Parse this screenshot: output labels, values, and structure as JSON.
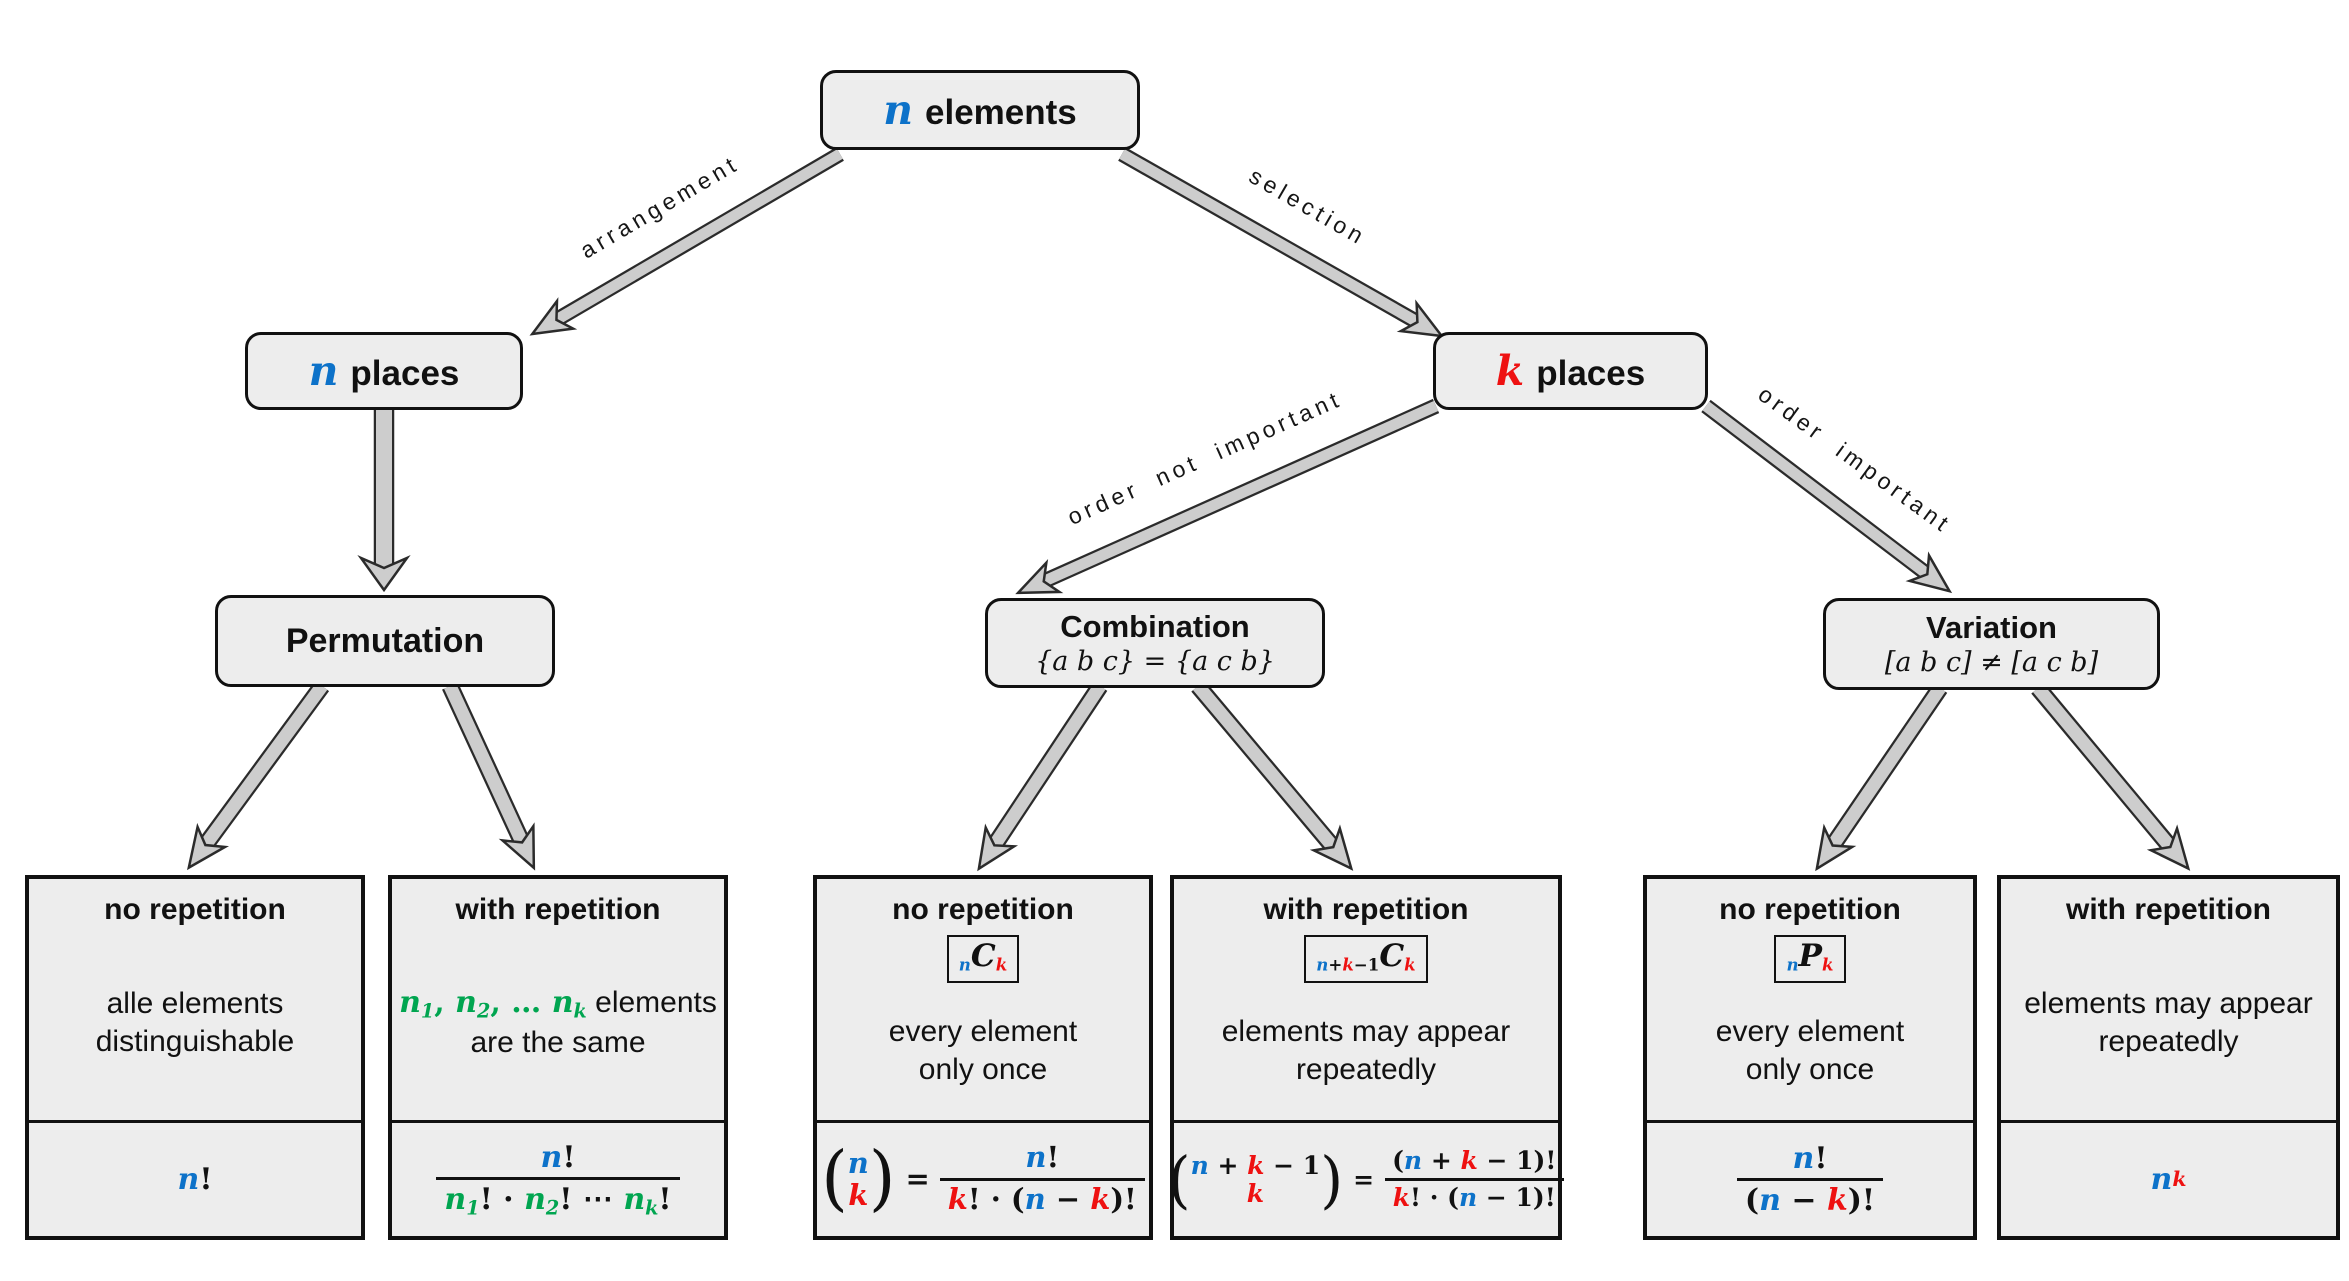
{
  "colors": {
    "n_blue": "#0d72c9",
    "k_red": "#ee1111",
    "green": "#00a550",
    "box_fill": "#ededed",
    "arrow_fill": "#cdcdcd"
  },
  "nodes": {
    "root": {
      "var": "n",
      "label": "elements"
    },
    "n_places": {
      "var": "n",
      "label": "places"
    },
    "k_places": {
      "var": "k",
      "label": "places"
    },
    "permutation": {
      "title": "Permutation"
    },
    "combination": {
      "title": "Combination",
      "subtitle": "{a b c} = {a c b}"
    },
    "variation": {
      "title": "Variation",
      "subtitle": "[a b c] ≠ [a c b]"
    }
  },
  "edge_labels": {
    "arrangement": "arrangement",
    "selection": "selection",
    "order_not_important": "order not important",
    "order_important": "order important"
  },
  "leaves": [
    {
      "title": "no repetition",
      "line1": "alle elements",
      "line2": "distinguishable",
      "formula": {
        "v": "n",
        "b": "!"
      }
    },
    {
      "title": "with repetition",
      "desc": {
        "g1": "n",
        "s1": "1",
        "c1": ", ",
        "g2": "n",
        "s2": "2",
        "c2": ", … ",
        "g3": "n",
        "s3": "k",
        "tail": "elements",
        "line2": "are the same"
      },
      "formula": {
        "num_v": "n",
        "num_b": "!",
        "d1v": "n",
        "d1s": "1",
        "p1": "! · ",
        "d2v": "n",
        "d2s": "2",
        "p2": "! ⋯ ",
        "d3v": "n",
        "d3s": "k",
        "p3": "!"
      }
    },
    {
      "title": "no repetition",
      "badge": {
        "pre": "n",
        "main": "C",
        "post": "k"
      },
      "line1": "every element",
      "line2": "only once",
      "formula": {
        "top": "n",
        "bot": "k",
        "eq": "=",
        "num_v": "n",
        "num_b": "!",
        "d1": "k",
        "d2": "! · (",
        "d3": "n",
        "d4": " − ",
        "d5": "k",
        "d6": ")!"
      }
    },
    {
      "title": "with repetition",
      "badge": {
        "b1": "n",
        "b2": "+",
        "b3": "k",
        "b4": "−1",
        "main": "C",
        "post": "k"
      },
      "line1": "elements may appear",
      "line2": "repeatedly",
      "formula": {
        "t1": "n",
        "t2": " + ",
        "t3": "k",
        "t4": " − 1",
        "bot": "k",
        "eq": "=",
        "n1": "(",
        "n2": "n",
        "n3": " + ",
        "n4": "k",
        "n5": " − 1",
        "n6": ")!",
        "d1": "k",
        "d2": "! · (",
        "d3": "n",
        "d4": " − 1",
        "d5": ")!"
      }
    },
    {
      "title": "no repetition",
      "badge": {
        "pre": "n",
        "main": "P",
        "post": "k"
      },
      "line1": "every element",
      "line2": "only once",
      "formula": {
        "num_v": "n",
        "num_b": "!",
        "d1": "(",
        "d2": "n",
        "d3": " − ",
        "d4": "k",
        "d5": ")!"
      }
    },
    {
      "title": "with repetition",
      "line1": "elements may appear",
      "line2": "repeatedly",
      "formula": {
        "base": "n",
        "sup": "k"
      }
    }
  ]
}
